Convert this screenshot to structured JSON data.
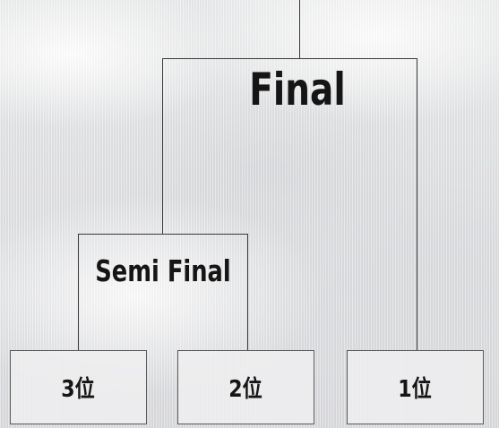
{
  "bracket": {
    "final_label": "Final",
    "semi_final_label": "Semi Final",
    "places": [
      {
        "label": "3位"
      },
      {
        "label": "2位"
      },
      {
        "label": "1位"
      }
    ]
  },
  "colors": {
    "line": "#3a3a3a",
    "text": "#151515",
    "box_border": "#5a5a5a"
  }
}
